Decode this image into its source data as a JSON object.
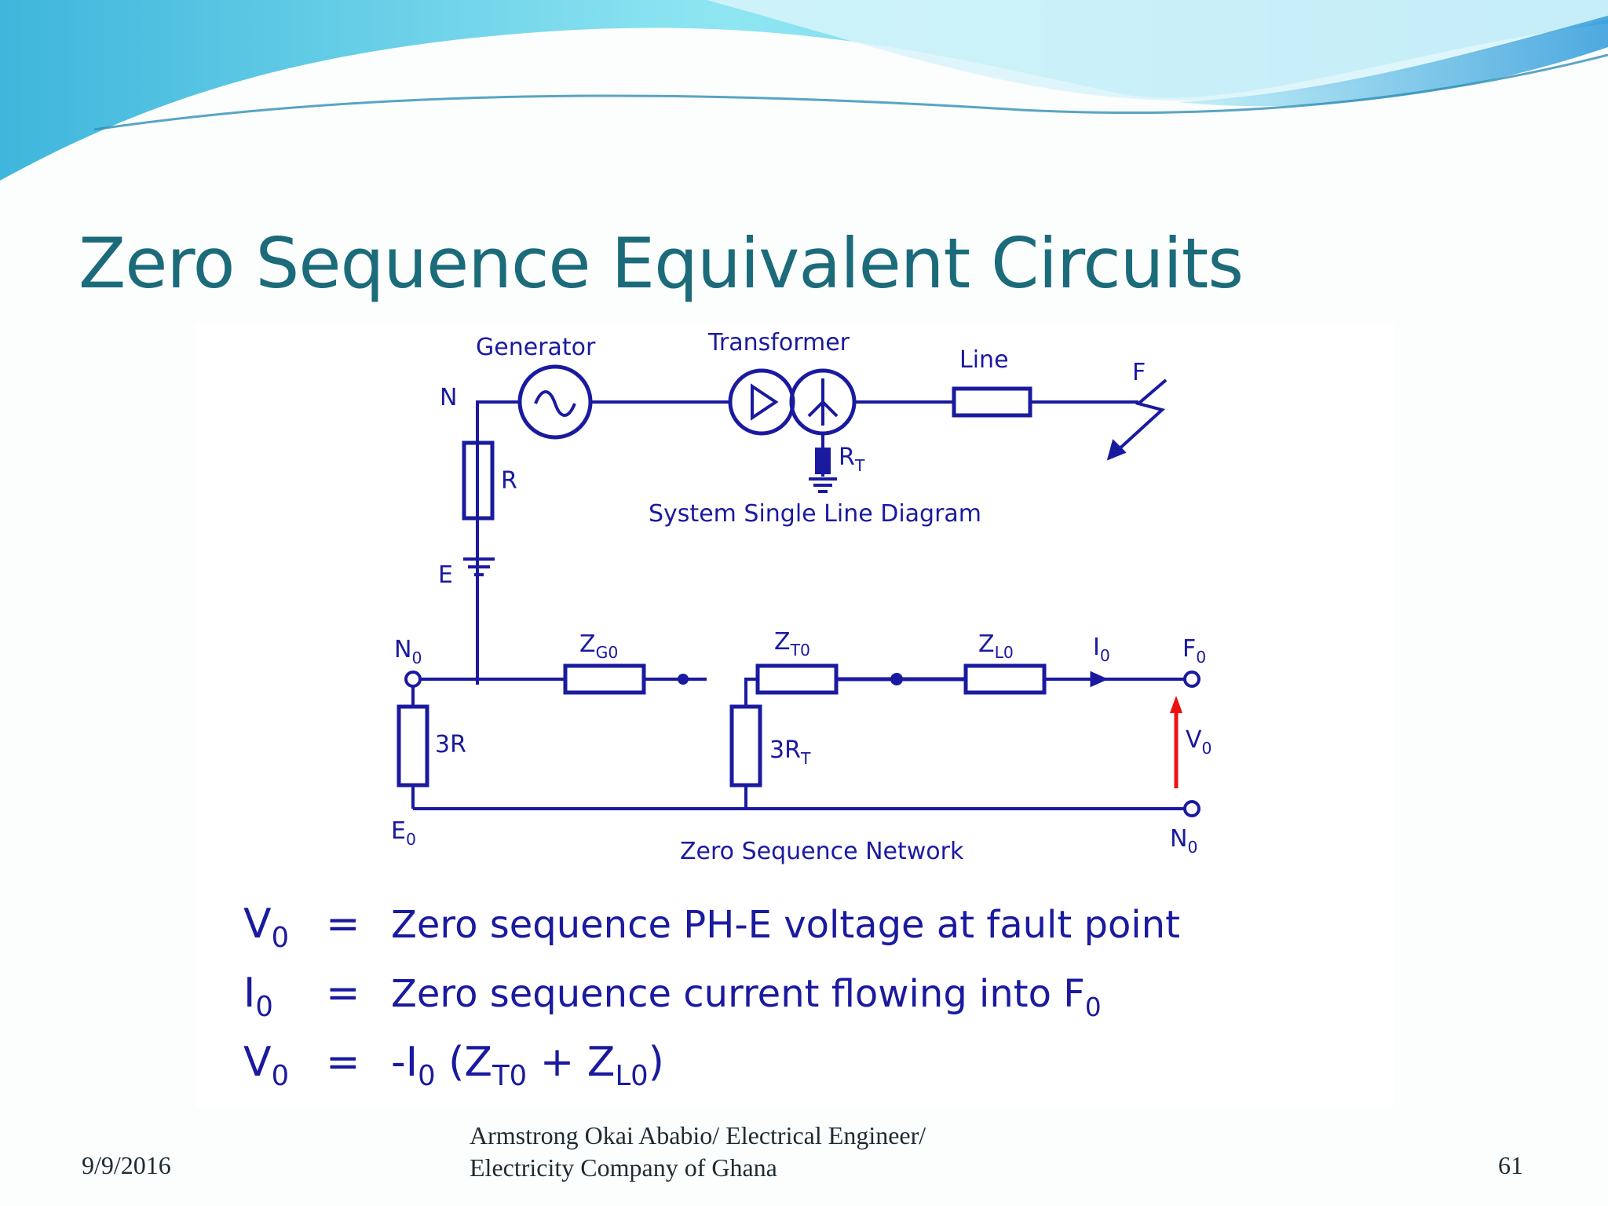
{
  "slide": {
    "title": "Zero Sequence Equivalent Circuits",
    "footer": {
      "date": "9/9/2016",
      "author_line1": "Armstrong Okai Ababio/  Electrical Engineer/",
      "author_line2": "Electricity Company of Ghana",
      "page_number": "61"
    }
  },
  "colors": {
    "title": "#1b6b7a",
    "circuit": "#1a1aa0",
    "voltage_arrow": "#ee1111",
    "wave_light": "#8ee3f0",
    "wave_dark": "#3a9fd8"
  },
  "diagram": {
    "single_line": {
      "generator_label": "Generator",
      "transformer_label": "Transformer",
      "line_label": "Line",
      "fault_label": "F",
      "neutral_label": "N",
      "resistor_label": "R",
      "earth_label": "E",
      "transformer_resistor_base": "R",
      "transformer_resistor_sub": "T",
      "caption": "System Single Line Diagram"
    },
    "network": {
      "caption": "Zero Sequence Network",
      "n0_base": "N",
      "n0_sub": "0",
      "e0_base": "E",
      "e0_sub": "0",
      "zg0_base": "Z",
      "zg0_sub": "G0",
      "zt0_base": "Z",
      "zt0_sub": "T0",
      "zl0_base": "Z",
      "zl0_sub": "L0",
      "i0_base": "I",
      "i0_sub": "0",
      "f0_base": "F",
      "f0_sub": "0",
      "v0_base": "V",
      "v0_sub": "0",
      "r3_label": "3R",
      "r3t_base": "3R",
      "r3t_sub": "T"
    },
    "equations": [
      {
        "lhs_base": "V",
        "lhs_sub": "0",
        "eq": "=",
        "rhs": "Zero sequence PH-E voltage at fault point"
      },
      {
        "lhs_base": "I",
        "lhs_sub": "0",
        "eq": "=",
        "rhs_base": "Zero sequence current flowing into F",
        "rhs_sub": "0"
      },
      {
        "lhs_base": "V",
        "lhs_sub": "0",
        "eq": "=",
        "p1": "-I",
        "p1_sub": "0",
        "p2": " (Z",
        "p2_sub": "T0",
        "p3": " +  Z",
        "p3_sub": "L0",
        "p4": ")"
      }
    ]
  }
}
